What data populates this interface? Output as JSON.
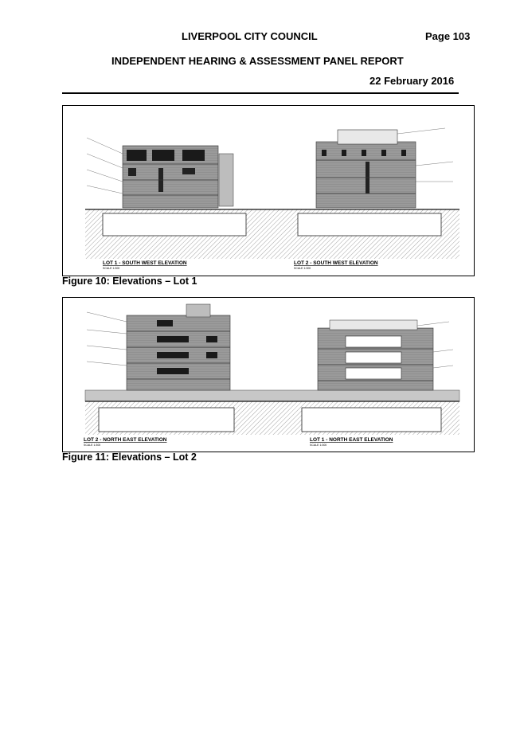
{
  "header": {
    "council": "LIVERPOOL CITY COUNCIL",
    "page": "Page 103",
    "panel": "INDEPENDENT HEARING & ASSESSMENT PANEL REPORT",
    "date": "22 February 2016"
  },
  "figures": [
    {
      "caption": "Figure 10: Elevations – Lot 1",
      "drawings": [
        {
          "label": "LOT 1 - SOUTH WEST ELEVATION",
          "scale": "SCALE 1:300"
        },
        {
          "label": "LOT 2 - SOUTH WEST ELEVATION",
          "scale": "SCALE 1:300"
        }
      ]
    },
    {
      "caption": "Figure 11: Elevations – Lot 2",
      "drawings": [
        {
          "label": "LOT 2 - NORTH EAST ELEVATION",
          "scale": "SCALE 1:300"
        },
        {
          "label": "LOT 1 - NORTH EAST ELEVATION",
          "scale": "SCALE 1:300"
        }
      ]
    }
  ]
}
